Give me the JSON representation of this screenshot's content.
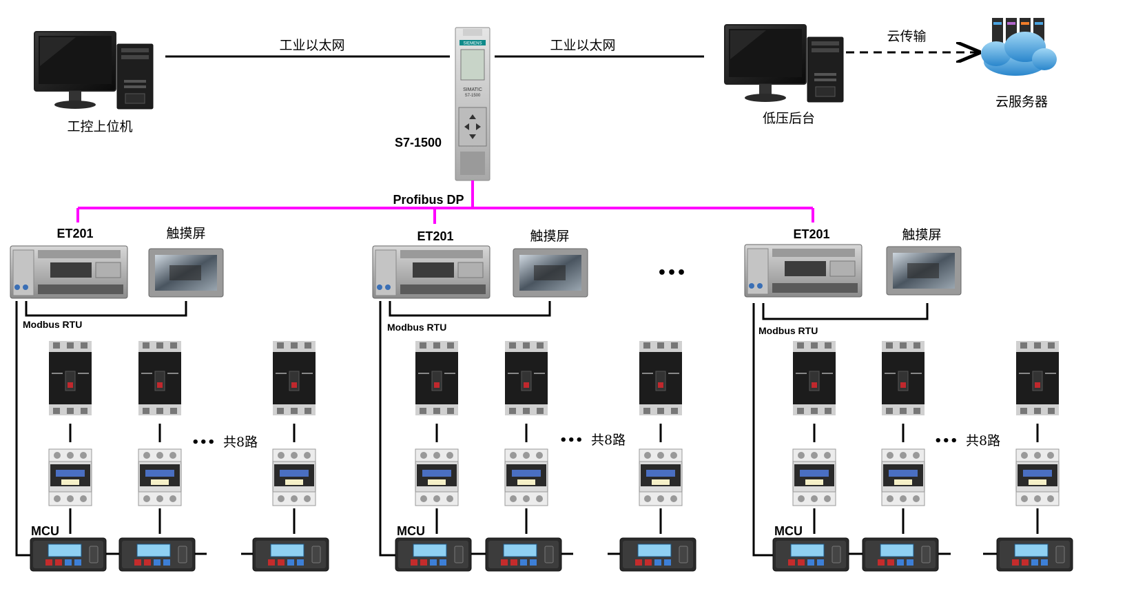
{
  "top": {
    "pc_left_label": "工控上位机",
    "pc_right_label": "低压后台",
    "cloud_label": "云服务器",
    "eth_label_left": "工业以太网",
    "eth_label_right": "工业以太网",
    "cloud_link_label": "云传输",
    "plc_label": "S7-1500",
    "plc_brand": "SIEMENS",
    "plc_model_1": "SIMATIC",
    "plc_model_2": "S7-1500"
  },
  "bus": {
    "label": "Profibus DP"
  },
  "stations": [
    {
      "et_label": "ET201",
      "hmi_label": "触摸屏",
      "modbus_label": "Modbus RTU",
      "mcu_label": "MCU",
      "count_label": "共8路"
    },
    {
      "et_label": "ET201",
      "hmi_label": "触摸屏",
      "modbus_label": "Modbus RTU",
      "mcu_label": "MCU",
      "count_label": "共8路"
    },
    {
      "et_label": "ET201",
      "hmi_label": "触摸屏",
      "modbus_label": "Modbus RTU",
      "mcu_label": "MCU",
      "count_label": "共8路"
    }
  ],
  "ellipsis": "•••",
  "colors": {
    "profibus": "#ff00ff",
    "lines": "#000000",
    "cloud": "#2f96d8"
  }
}
